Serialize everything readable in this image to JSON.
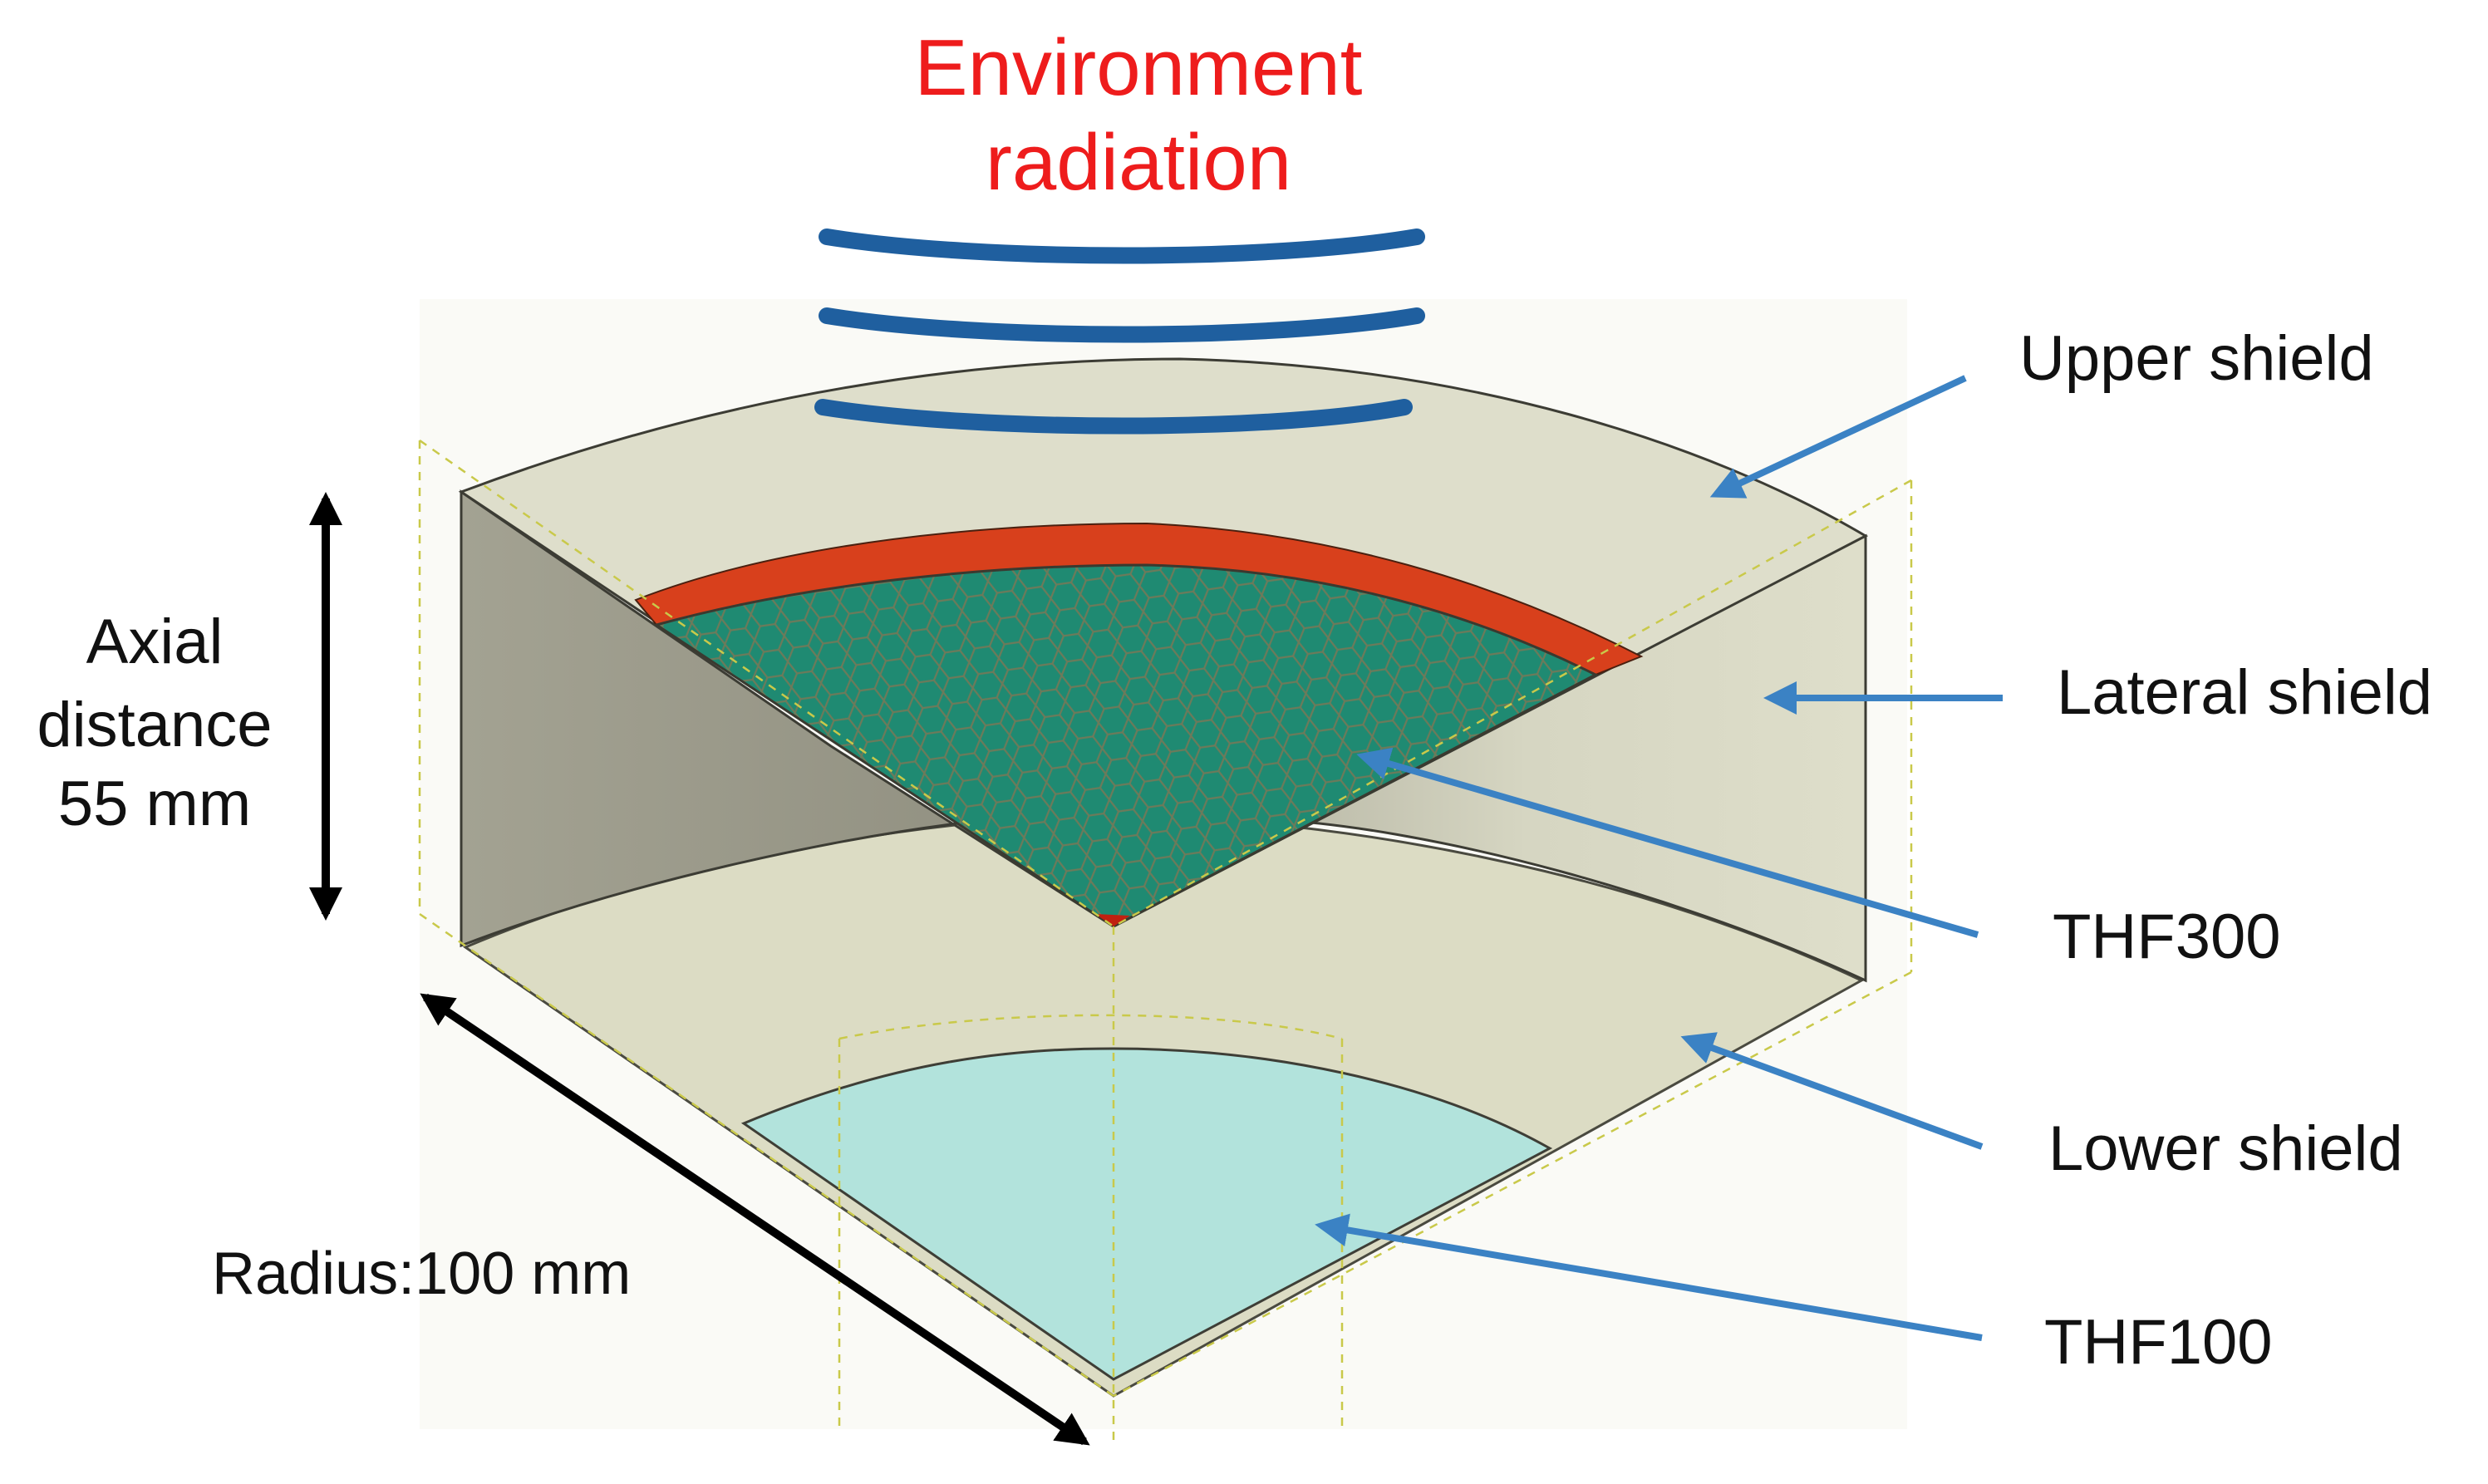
{
  "title": {
    "line1": "Environment",
    "line2": "radiation"
  },
  "labels": {
    "upper_shield": "Upper shield",
    "lateral_shield": "Lateral shield",
    "thf300": "THF300",
    "lower_shield": "Lower shield",
    "thf100": "THF100"
  },
  "dimensions": {
    "axial_line1": "Axial",
    "axial_line2": "distance",
    "axial_line3": "55 mm",
    "radius": "Radius:100 mm"
  },
  "colors": {
    "title_red": "#ee1c1c",
    "wave_blue": "#1f5f9f",
    "arrow_blue": "#3b82c4",
    "shield_fill": "#dcdcc4",
    "lateral_wall": "#bcbca8",
    "detector_green": "#1f8a72",
    "rim_red": "#d8401c",
    "thf100_fill": "#b2e3dc"
  }
}
